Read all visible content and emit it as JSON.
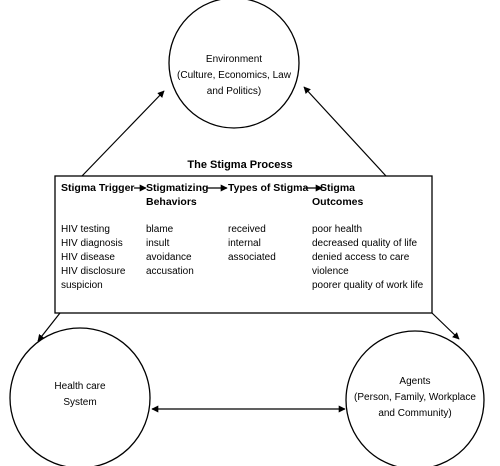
{
  "nodes": {
    "environment": {
      "lines": [
        "Environment",
        "(Culture, Economics, Law",
        "and Politics)"
      ]
    },
    "health_care": {
      "lines": [
        "Health care",
        "System"
      ]
    },
    "agents": {
      "lines": [
        "Agents",
        "(Person, Family, Workplace",
        "and Community)"
      ]
    }
  },
  "process": {
    "title": "The Stigma Process",
    "columns": [
      {
        "heading": [
          "Stigma Trigger"
        ],
        "items": [
          "HIV testing",
          "HIV diagnosis",
          "HIV disease",
          "HIV disclosure",
          "suspicion"
        ]
      },
      {
        "heading": [
          "Stigmatizing",
          "Behaviors"
        ],
        "items": [
          "blame",
          "insult",
          "avoidance",
          "accusation"
        ]
      },
      {
        "heading": [
          "Types of Stigma"
        ],
        "items": [
          "received",
          "internal",
          "associated"
        ]
      },
      {
        "heading": [
          "Stigma",
          "Outcomes"
        ],
        "items": [
          "poor health",
          "decreased quality of life",
          "denied access to care",
          "violence",
          "poorer quality of work life"
        ]
      }
    ]
  }
}
